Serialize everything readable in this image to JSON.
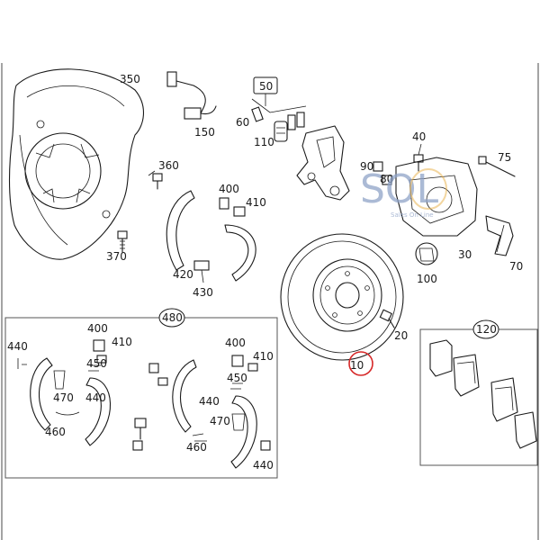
{
  "labels": {
    "p350": "350",
    "p360": "360",
    "p370": "370",
    "p150": "150",
    "p50": "50",
    "p60": "60",
    "p110": "110",
    "p40": "40",
    "p75": "75",
    "p90": "90",
    "p80": "80",
    "p30": "30",
    "p70": "70",
    "p100": "100",
    "p400a": "400",
    "p410a": "410",
    "p420": "420",
    "p430": "430",
    "p20": "20",
    "p10": "10",
    "p480": "480",
    "p440a": "440",
    "p400b": "400",
    "p410b": "410",
    "p450a": "450",
    "p470a": "470",
    "p440b": "440",
    "p460a": "460",
    "p400c": "400",
    "p410c": "410",
    "p450b": "450",
    "p440c": "440",
    "p470b": "470",
    "p460b": "460",
    "p440d": "440",
    "p120": "120"
  },
  "watermark": {
    "logo": "SOL",
    "tagline": "Sales On Line"
  },
  "colors": {
    "highlight": "#d62828",
    "line": "#1a1a1a",
    "watermark": "#8fa3c7"
  }
}
